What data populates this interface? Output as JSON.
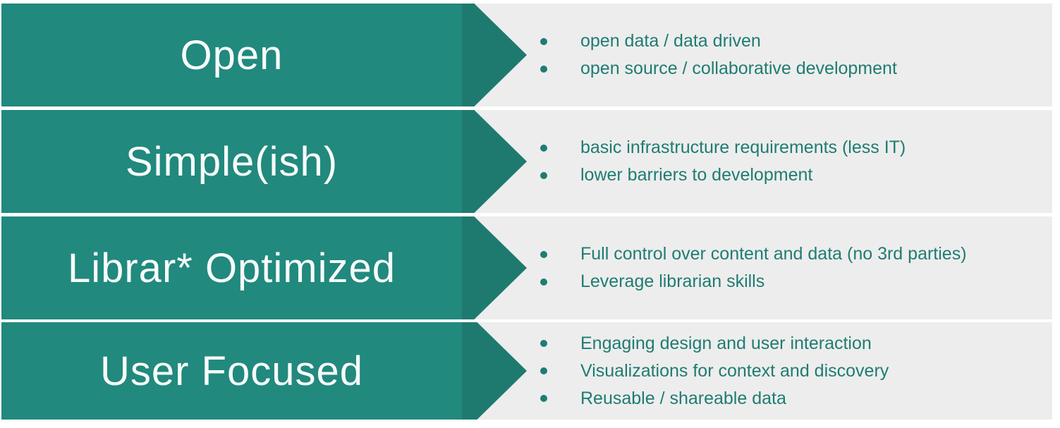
{
  "colors": {
    "banner": "#21897d",
    "arrow": "#1e7a6f",
    "bullet-text": "#1f7c72",
    "panel": "#ededed",
    "label": "#f7fbfa",
    "page": "#ffffff"
  },
  "rows": [
    {
      "label": "Open",
      "bullets": [
        "open data / data driven",
        "open source / collaborative development"
      ]
    },
    {
      "label": "Simple(ish)",
      "bullets": [
        "basic infrastructure requirements (less IT)",
        "lower barriers to development"
      ]
    },
    {
      "label": "Librar* Optimized",
      "bullets": [
        "Full control over content and data (no 3rd parties)",
        "Leverage librarian skills"
      ]
    },
    {
      "label": "User Focused",
      "bullets": [
        "Engaging design and user interaction",
        "Visualizations for context and discovery",
        "Reusable / shareable data"
      ]
    }
  ]
}
